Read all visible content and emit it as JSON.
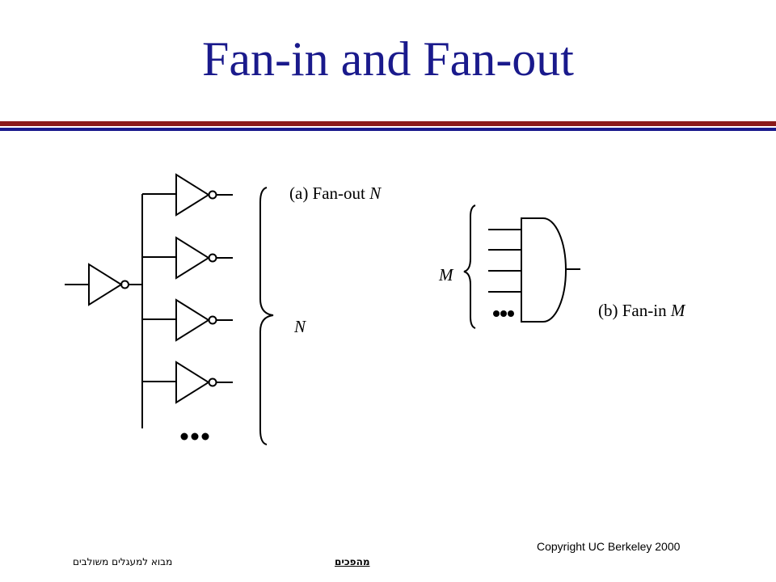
{
  "slide": {
    "title": "Fan-in and Fan-out",
    "copyright": "Copyright UC Berkeley 2000",
    "footer_left": "מבוא למעגלים משולבים",
    "footer_center": "מהפכים"
  },
  "diagram_a": {
    "label_prefix": "(a) Fan-out ",
    "label_var": "N",
    "brace_label": "N"
  },
  "diagram_b": {
    "label_prefix": "(b) Fan-in ",
    "label_var": "M",
    "brace_label": "M"
  },
  "colors": {
    "title": "#1a1a8c",
    "rule_red": "#8b1a1a",
    "rule_navy": "#1a1a8c"
  }
}
